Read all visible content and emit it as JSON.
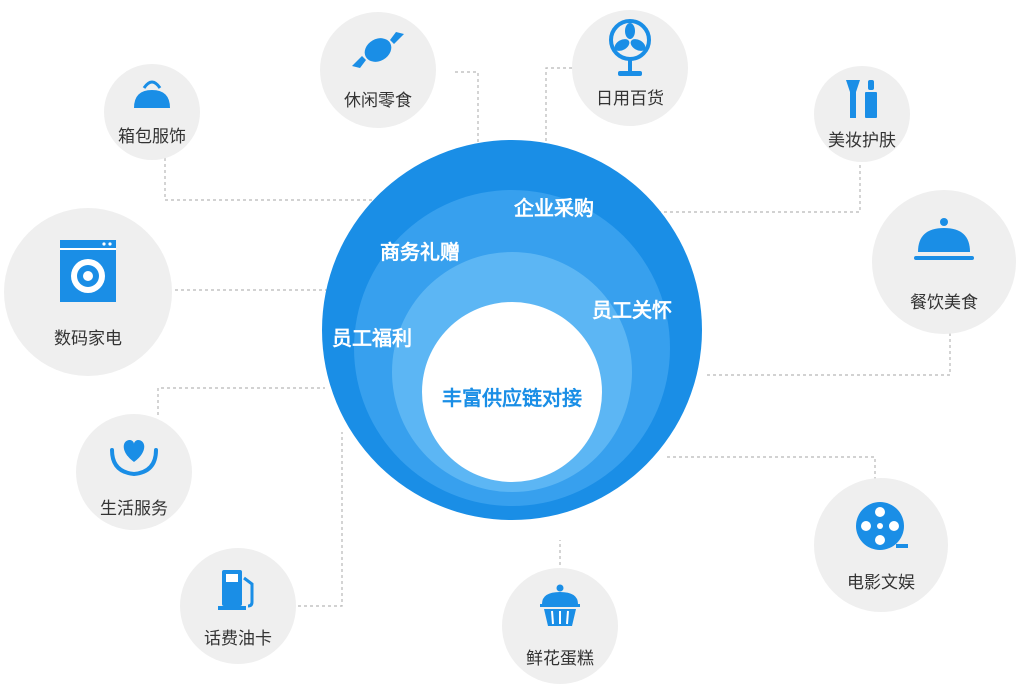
{
  "center": {
    "label": "丰富供应链对接"
  },
  "rings": {
    "labels": [
      "企业采购",
      "商务礼赠",
      "员工关怀",
      "员工福利"
    ]
  },
  "categories": [
    {
      "label": "休闲零食",
      "icon": "candy-icon"
    },
    {
      "label": "日用百货",
      "icon": "fan-icon"
    },
    {
      "label": "箱包服饰",
      "icon": "handbag-icon"
    },
    {
      "label": "美妆护肤",
      "icon": "makeup-brush-lipstick-icon"
    },
    {
      "label": "数码家电",
      "icon": "washing-machine-icon"
    },
    {
      "label": "餐饮美食",
      "icon": "food-cloche-icon"
    },
    {
      "label": "生活服务",
      "icon": "heart-hands-icon"
    },
    {
      "label": "电影文娱",
      "icon": "film-reel-icon"
    },
    {
      "label": "话费油卡",
      "icon": "gas-pump-icon"
    },
    {
      "label": "鲜花蛋糕",
      "icon": "cupcake-icon"
    }
  ],
  "colors": {
    "accent": "#1a8ee6",
    "ring_outer": "#1a8ee6",
    "ring_middle": "#37a0ee",
    "ring_inner": "#5cb6f4",
    "node_bg": "#efefef",
    "connector": "#b8b8b8",
    "label_text": "#333333"
  }
}
